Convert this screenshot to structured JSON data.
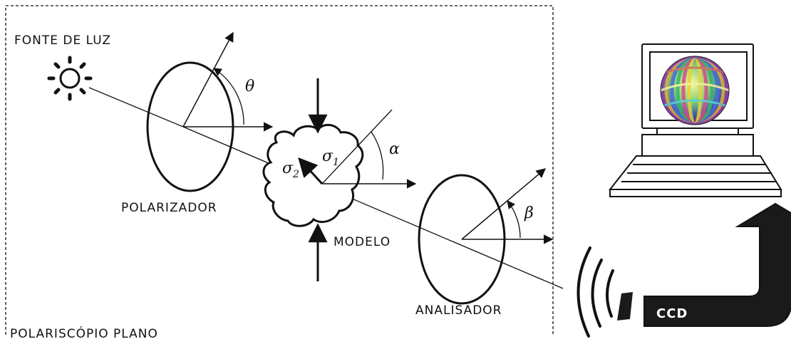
{
  "labels": {
    "light_source": "FONTE DE LUZ",
    "polarizer": "POLARIZADOR",
    "model": "MODELO",
    "analyzer": "ANALISADOR",
    "plane_polariscope": "POLARISCÓPIO PLANO",
    "camera": "CCD"
  },
  "symbols": {
    "theta": "θ",
    "alpha": "α",
    "beta": "β",
    "sigma": "σ",
    "sigma1_sub": "1",
    "sigma2_sub": "2"
  },
  "colors": {
    "line": "#111111",
    "arrow_body": "#1a1a1a",
    "background": "#ffffff"
  },
  "icons": {
    "light": "sun-icon",
    "computer": "computer-icon",
    "camera": "ccd-camera-icon"
  }
}
